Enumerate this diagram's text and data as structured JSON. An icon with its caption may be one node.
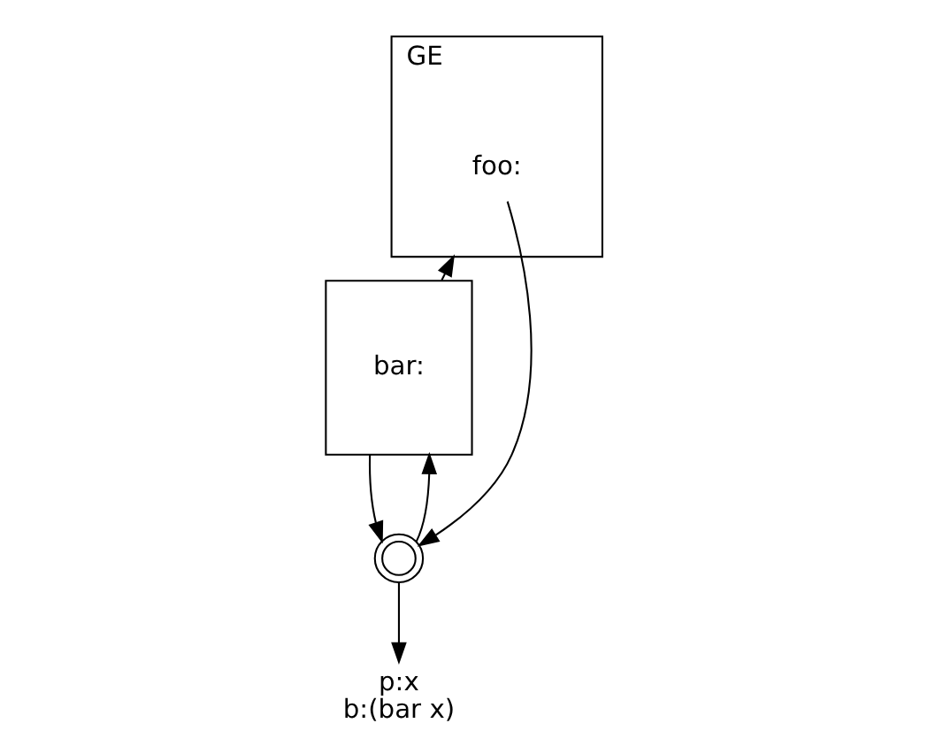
{
  "diagram": {
    "nodes": [
      {
        "text": [
          "GE"
        ]
      },
      {
        "text": [
          "foo:"
        ],
        "in": 0
      },
      {
        "text": [
          "bar:"
        ]
      },
      {
        "text": [],
        "shape": "circle"
      },
      {
        "text": [
          "p:x",
          "b:(bar x)"
        ]
      }
    ],
    "edges": [
      {
        "from": 2,
        "to": 0,
        "arrow": "to"
      },
      {
        "from": 1,
        "to": 3,
        "arrow": "to"
      },
      {
        "from": 2,
        "to": 3,
        "arrow": "to"
      },
      {
        "from": 3,
        "to": 2,
        "arrow": "to"
      },
      {
        "from": 3,
        "to": 4,
        "arrow": "to"
      }
    ]
  }
}
